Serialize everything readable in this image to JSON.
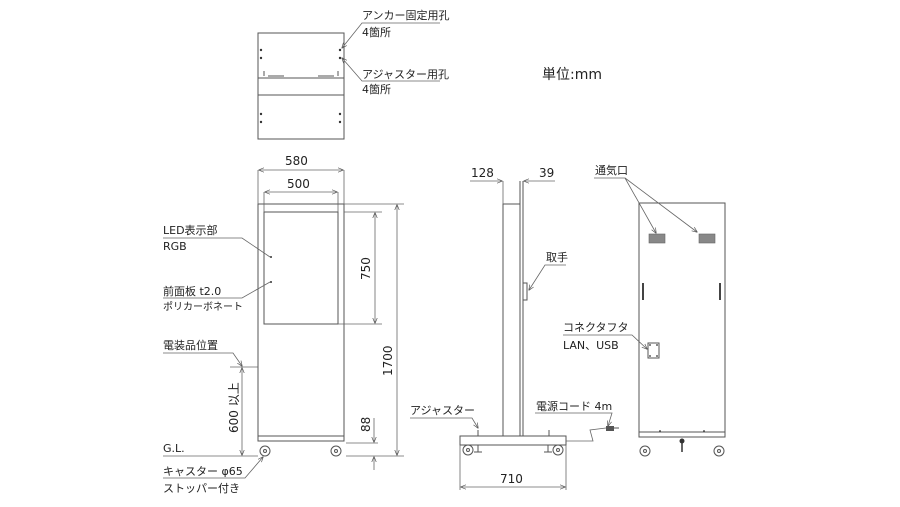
{
  "drawing": {
    "unit_label": "単位:mm",
    "top_view": {
      "callouts": [
        {
          "label": "アンカー固定用孔",
          "sub": "4箇所"
        },
        {
          "label": "アジャスター用孔",
          "sub": "4箇所"
        }
      ]
    },
    "front_view": {
      "dimensions": {
        "outer_width": "580",
        "panel_width": "500",
        "panel_height": "750",
        "total_height": "1700",
        "base_height": "88",
        "equipment_height": "600 以上"
      },
      "callouts": [
        {
          "label": "LED表示部",
          "sub": "RGB"
        },
        {
          "label": "前面板 t2.0",
          "sub": "ポリカーボネート"
        },
        {
          "label": "電装品位置",
          "sub": ""
        },
        {
          "label": "G.L.",
          "sub": ""
        },
        {
          "label": "キャスター φ65",
          "sub": "ストッパー付き"
        }
      ]
    },
    "side_view": {
      "dimensions": {
        "depth_left": "128",
        "depth_right": "39",
        "base_width": "710"
      },
      "callouts": [
        {
          "label": "取手",
          "sub": ""
        },
        {
          "label": "アジャスター",
          "sub": ""
        },
        {
          "label": "電源コード 4m",
          "sub": ""
        }
      ]
    },
    "back_view": {
      "callouts": [
        {
          "label": "通気口",
          "sub": ""
        },
        {
          "label": "コネクタフタ",
          "sub": "LAN、USB"
        }
      ]
    }
  }
}
